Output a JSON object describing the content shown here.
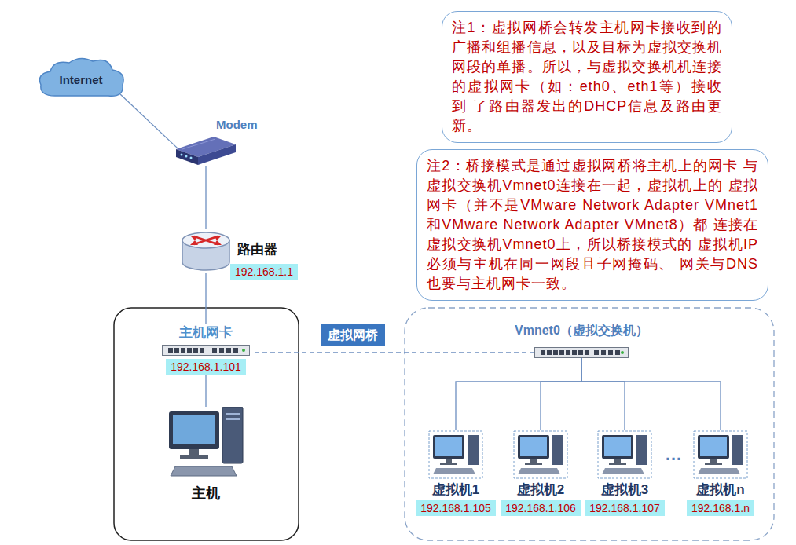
{
  "diagram": {
    "nodes": [
      {
        "text": [
          "Internet"
        ]
      },
      {
        "text": [
          "Modem"
        ]
      },
      {
        "text": [
          "路由器",
          "192.168.1.1"
        ]
      },
      {
        "text": [
          "注1：虚拟网桥会转发主机网卡接收到的 广播和组播信息，以及目标为虚拟交换机 网段的单播。所以，与虚拟交换机机连接 的虚拟网卡（如：eth0、eth1等）接收到 了路由器发出的DHCP信息及路由更新。"
        ]
      },
      {
        "text": [
          "注2：桥接模式是通过虚拟网桥将主机上的网卡 与虚拟交换机Vmnet0连接在一起，虚拟机上的 虚拟网卡（并不是VMware Network Adapter VMnet1和VMware Network Adapter VMnet8）都 连接在虚拟交换机Vmnet0上，所以桥接模式的 虚拟机IP必须与主机在同一网段且子网掩码、 网关与DNS也要与主机网卡一致。"
        ]
      },
      {
        "text": [
          "主机网卡",
          "192.168.1.101"
        ]
      },
      {
        "text": [
          "Vmnet0（虚拟交换机）"
        ]
      },
      {
        "text": [
          "主机"
        ]
      },
      {
        "text": [
          "虚拟机1",
          "192.168.1.105"
        ]
      },
      {
        "text": [
          "虚拟机2",
          "192.168.1.106"
        ]
      },
      {
        "text": [
          "虚拟机3",
          "192.168.1.107"
        ]
      },
      {
        "text": [
          "虚拟机n",
          "192.168.1.n"
        ]
      }
    ],
    "edges": [
      {
        "from": 0,
        "to": 1,
        "arrow": "none"
      },
      {
        "from": 1,
        "to": 2,
        "arrow": "none"
      },
      {
        "from": 2,
        "to": 5,
        "arrow": "none"
      },
      {
        "from": 5,
        "to": 7,
        "arrow": "none"
      },
      {
        "from": 5,
        "to": 6,
        "label": "虚拟网桥",
        "arrow": "none"
      },
      {
        "from": 6,
        "to": 8,
        "arrow": "none"
      },
      {
        "from": 6,
        "to": 9,
        "arrow": "none"
      },
      {
        "from": 6,
        "to": 10,
        "arrow": "none"
      },
      {
        "from": 6,
        "to": 11,
        "arrow": "none"
      }
    ],
    "labels": [
      "…"
    ]
  }
}
